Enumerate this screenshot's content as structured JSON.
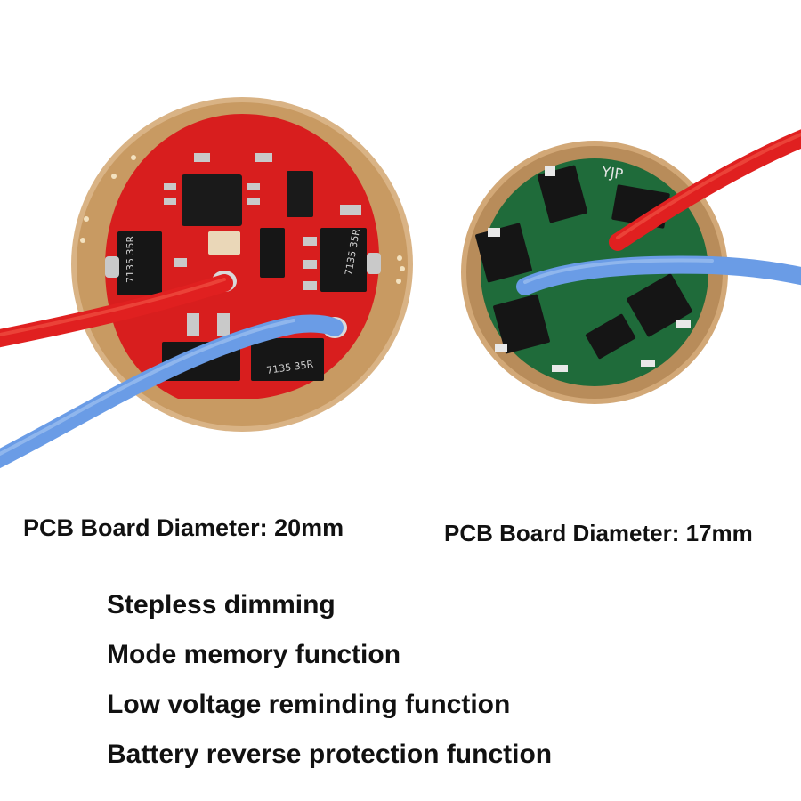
{
  "left_board": {
    "caption": "PCB Board Diameter: 20mm",
    "pcb_color": "#d81e1e",
    "ring_color": "#c89a62",
    "chip_labels": [
      "7135 35R",
      "7135 35R",
      "7135 35R"
    ],
    "wire_colors": {
      "positive": "#e02020",
      "negative": "#6a9ce6"
    }
  },
  "right_board": {
    "caption": "PCB Board Diameter: 17mm",
    "pcb_color": "#1f6b3a",
    "ring_color": "#b88c5a",
    "silk_label": "YJP",
    "wire_colors": {
      "positive": "#e02020",
      "negative": "#6a9ce6"
    }
  },
  "features": [
    "Stepless dimming",
    "Mode memory function",
    "Low voltage reminding function",
    "Battery reverse protection function"
  ]
}
